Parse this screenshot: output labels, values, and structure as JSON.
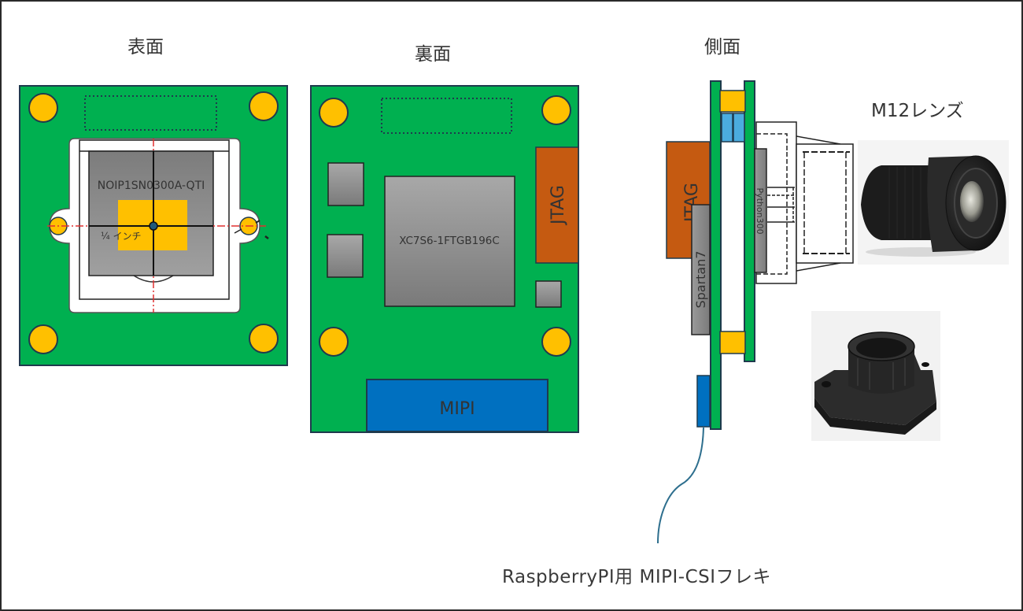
{
  "titles": {
    "front": "表面",
    "back": "裏面",
    "side": "側面",
    "lens": "M12レンズ"
  },
  "front_view": {
    "sensor_label": "NOIP1SN0300A-QTI",
    "optical_format": "¼ インチ"
  },
  "back_view": {
    "fpga_label": "XC7S6-1FTGB196C",
    "jtag_label": "JTAG",
    "mipi_label": "MIPI"
  },
  "side_view": {
    "jtag_label": "JTAG",
    "fpga_label": "Spartan7",
    "sensor_label": "Python300"
  },
  "cable_caption": "RaspberryPI用 MIPI-CSIフレキ",
  "colors": {
    "pcb_green": "#00b050",
    "mount_hole_yellow": "#ffc000",
    "jtag_orange": "#c55a11",
    "mipi_blue": "#0070c0",
    "spacer_blue": "#4bacdf",
    "outline": "#1f3a4d",
    "center_line_red": "#e03030",
    "cable": "#2e6f8e"
  }
}
